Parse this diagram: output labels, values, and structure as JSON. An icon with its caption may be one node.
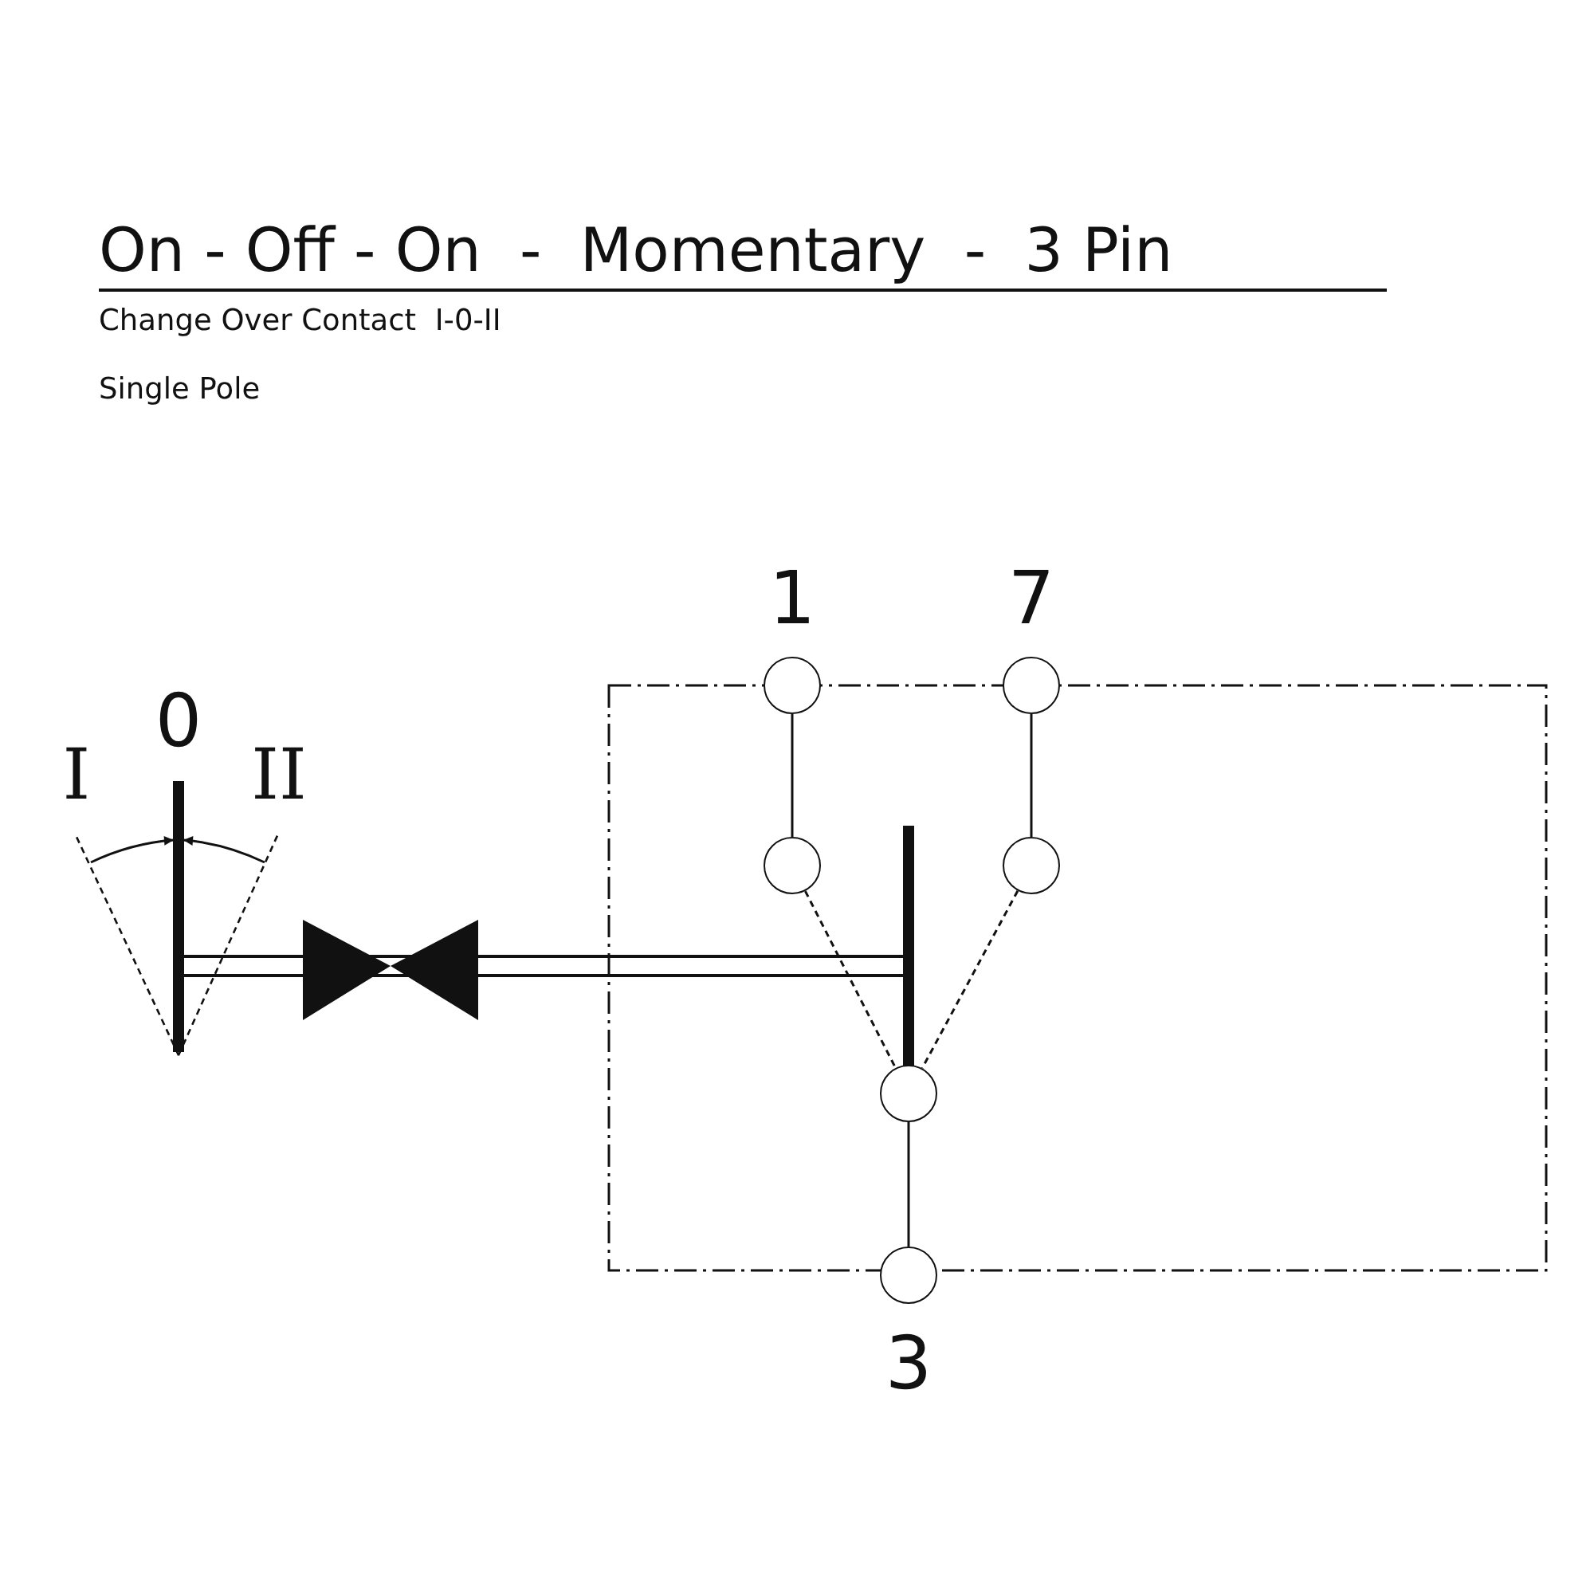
{
  "diagram": {
    "title": "On - Off - On  -  Momentary  -  3 Pin",
    "nodes": [
      {
        "text": [],
        "shape": "box"
      },
      {
        "text": [],
        "shape": "circle",
        "beside": [
          "1"
        ]
      },
      {
        "text": [],
        "shape": "circle",
        "beside": [
          "7"
        ]
      },
      {
        "text": [],
        "shape": "circle",
        "in": 0
      },
      {
        "text": [],
        "shape": "circle",
        "in": 0
      },
      {
        "text": [],
        "shape": "circle",
        "in": 0
      },
      {
        "text": [],
        "shape": "circle",
        "beside": [
          "3"
        ]
      }
    ],
    "edges": [
      {
        "from": 1,
        "to": 3,
        "arrow": "none"
      },
      {
        "from": 2,
        "to": 4,
        "arrow": "none"
      },
      {
        "from": 3,
        "to": 5,
        "arrow": "none",
        "style": "dashed"
      },
      {
        "from": 4,
        "to": 5,
        "arrow": "none",
        "style": "dashed"
      },
      {
        "from": 5,
        "to": 6,
        "arrow": "none"
      }
    ],
    "labels": [
      "Change Over Contact  I-0-II",
      "Single Pole",
      "I",
      "0",
      "II"
    ]
  }
}
